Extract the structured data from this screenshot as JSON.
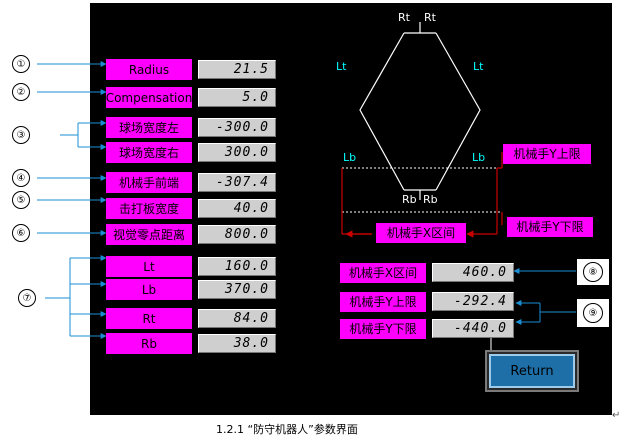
{
  "markers": [
    "①",
    "②",
    "③",
    "④",
    "⑤",
    "⑥",
    "⑦",
    "⑧",
    "⑨"
  ],
  "params": [
    {
      "label": "Radius",
      "value": "21.5"
    },
    {
      "label": "Compensation",
      "value": "5.0"
    },
    {
      "label": "球场宽度左",
      "value": "-300.0"
    },
    {
      "label": "球场宽度右",
      "value": "300.0"
    },
    {
      "label": "机械手前端",
      "value": "-307.4"
    },
    {
      "label": "击打板宽度",
      "value": "40.0"
    },
    {
      "label": "视觉零点距离",
      "value": "800.0"
    },
    {
      "label": "Lt",
      "value": "160.0"
    },
    {
      "label": "Lb",
      "value": "370.0"
    },
    {
      "label": "Rt",
      "value": "84.0"
    },
    {
      "label": "Rb",
      "value": "38.0"
    }
  ],
  "diagram": {
    "rt_left": "Rt",
    "rt_right": "Rt",
    "lt_left": "Lt",
    "lt_right": "Lt",
    "lb_left": "Lb",
    "lb_right": "Lb",
    "rb_left": "Rb",
    "rb_right": "Rb",
    "x_interval_label": "机械手X区间",
    "y_upper_label": "机械手Y上限",
    "y_lower_label": "机械手Y下限"
  },
  "readouts": [
    {
      "label": "机械手X区间",
      "value": "460.0"
    },
    {
      "label": "机械手Y上限",
      "value": "-292.4"
    },
    {
      "label": "机械手Y下限",
      "value": "-440.0"
    }
  ],
  "return_label": "Return",
  "caption": "1.2.1 “防守机器人”参数界面",
  "colors": {
    "panel": "#000000",
    "label_bg": "#ff00ff",
    "arrow": "#1a8fd6",
    "accent_red": "#cc0000",
    "cyan": "#00ffff"
  }
}
